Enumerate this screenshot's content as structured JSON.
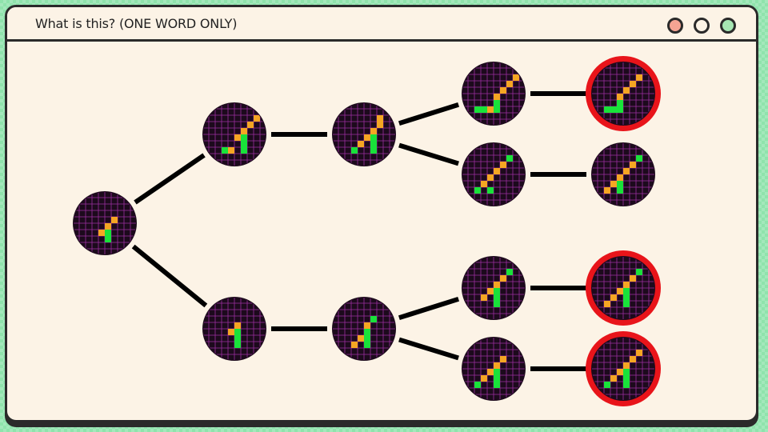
{
  "window": {
    "title": "What is this? (ONE WORD ONLY)",
    "controls": [
      "close-dot",
      "minimize-dot",
      "maximize-dot"
    ]
  },
  "colors": {
    "background": "#8fe3ac",
    "panel": "#fcf3e6",
    "node_fill": "#1c0a1c",
    "node_grid": "#9b2fa0",
    "block_orange": "#f5a623",
    "block_green": "#19e23a",
    "highlight_ring": "#e8141a",
    "edge": "#000000"
  },
  "nodes": [
    {
      "id": "n0",
      "highlight": false,
      "cells": [
        [
          5,
          3,
          "o"
        ],
        [
          4,
          4,
          "o"
        ],
        [
          3,
          5,
          "o"
        ],
        [
          4,
          5,
          "g"
        ],
        [
          4,
          6,
          "g"
        ]
      ]
    },
    {
      "id": "n1",
      "highlight": false,
      "cells": [
        [
          7,
          1,
          "o"
        ],
        [
          6,
          2,
          "o"
        ],
        [
          5,
          3,
          "o"
        ],
        [
          4,
          4,
          "o"
        ],
        [
          5,
          4,
          "g"
        ],
        [
          5,
          5,
          "g"
        ],
        [
          2,
          6,
          "g"
        ],
        [
          3,
          6,
          "o"
        ],
        [
          5,
          6,
          "g"
        ]
      ]
    },
    {
      "id": "n2",
      "highlight": false,
      "cells": [
        [
          6,
          1,
          "o"
        ],
        [
          6,
          2,
          "o"
        ],
        [
          5,
          3,
          "o"
        ],
        [
          4,
          4,
          "o"
        ],
        [
          5,
          4,
          "g"
        ],
        [
          3,
          5,
          "o"
        ],
        [
          5,
          5,
          "g"
        ],
        [
          2,
          6,
          "g"
        ],
        [
          5,
          6,
          "g"
        ]
      ]
    },
    {
      "id": "n3",
      "highlight": false,
      "cells": [
        [
          7,
          1,
          "o"
        ],
        [
          6,
          2,
          "o"
        ],
        [
          5,
          3,
          "o"
        ],
        [
          4,
          4,
          "o"
        ],
        [
          4,
          5,
          "g"
        ],
        [
          1,
          6,
          "g"
        ],
        [
          2,
          6,
          "g"
        ],
        [
          3,
          6,
          "o"
        ],
        [
          4,
          6,
          "g"
        ]
      ]
    },
    {
      "id": "n4",
      "highlight": true,
      "cells": [
        [
          6,
          1,
          "o"
        ],
        [
          5,
          2,
          "o"
        ],
        [
          4,
          3,
          "o"
        ],
        [
          3,
          4,
          "o"
        ],
        [
          3,
          5,
          "g"
        ],
        [
          1,
          6,
          "g"
        ],
        [
          2,
          6,
          "g"
        ],
        [
          3,
          6,
          "g"
        ]
      ]
    },
    {
      "id": "n5",
      "highlight": false,
      "cells": [
        [
          6,
          1,
          "g"
        ],
        [
          5,
          2,
          "o"
        ],
        [
          4,
          3,
          "o"
        ],
        [
          3,
          4,
          "o"
        ],
        [
          2,
          5,
          "o"
        ],
        [
          1,
          6,
          "g"
        ],
        [
          3,
          6,
          "g"
        ]
      ]
    },
    {
      "id": "n6",
      "highlight": false,
      "cells": [
        [
          6,
          1,
          "g"
        ],
        [
          5,
          2,
          "o"
        ],
        [
          4,
          3,
          "o"
        ],
        [
          3,
          4,
          "o"
        ],
        [
          2,
          5,
          "o"
        ],
        [
          3,
          5,
          "g"
        ],
        [
          1,
          6,
          "o"
        ],
        [
          3,
          6,
          "g"
        ]
      ]
    },
    {
      "id": "n7",
      "highlight": false,
      "cells": [
        [
          4,
          3,
          "o"
        ],
        [
          4,
          4,
          "g"
        ],
        [
          3,
          4,
          "o"
        ],
        [
          4,
          5,
          "g"
        ],
        [
          4,
          6,
          "g"
        ]
      ]
    },
    {
      "id": "n8",
      "highlight": false,
      "cells": [
        [
          5,
          2,
          "g"
        ],
        [
          4,
          3,
          "o"
        ],
        [
          4,
          4,
          "g"
        ],
        [
          3,
          5,
          "o"
        ],
        [
          4,
          5,
          "g"
        ],
        [
          2,
          6,
          "o"
        ],
        [
          4,
          6,
          "g"
        ]
      ]
    },
    {
      "id": "n9",
      "highlight": false,
      "cells": [
        [
          6,
          1,
          "g"
        ],
        [
          5,
          2,
          "o"
        ],
        [
          4,
          3,
          "o"
        ],
        [
          3,
          4,
          "o"
        ],
        [
          4,
          4,
          "g"
        ],
        [
          2,
          5,
          "o"
        ],
        [
          4,
          5,
          "g"
        ],
        [
          4,
          6,
          "g"
        ]
      ]
    },
    {
      "id": "n10",
      "highlight": true,
      "cells": [
        [
          6,
          1,
          "g"
        ],
        [
          5,
          2,
          "o"
        ],
        [
          4,
          3,
          "o"
        ],
        [
          3,
          4,
          "o"
        ],
        [
          4,
          4,
          "g"
        ],
        [
          2,
          5,
          "o"
        ],
        [
          4,
          5,
          "g"
        ],
        [
          1,
          6,
          "o"
        ],
        [
          4,
          6,
          "g"
        ]
      ]
    },
    {
      "id": "n11",
      "highlight": false,
      "cells": [
        [
          5,
          2,
          "o"
        ],
        [
          4,
          3,
          "o"
        ],
        [
          3,
          4,
          "o"
        ],
        [
          4,
          4,
          "g"
        ],
        [
          2,
          5,
          "o"
        ],
        [
          4,
          5,
          "g"
        ],
        [
          1,
          6,
          "g"
        ],
        [
          4,
          6,
          "g"
        ]
      ]
    },
    {
      "id": "n12",
      "highlight": true,
      "cells": [
        [
          6,
          1,
          "o"
        ],
        [
          5,
          2,
          "o"
        ],
        [
          4,
          3,
          "o"
        ],
        [
          3,
          4,
          "o"
        ],
        [
          4,
          4,
          "g"
        ],
        [
          2,
          5,
          "o"
        ],
        [
          4,
          5,
          "g"
        ],
        [
          1,
          6,
          "g"
        ],
        [
          4,
          6,
          "g"
        ]
      ]
    }
  ],
  "edges": [
    [
      "n0",
      "n1"
    ],
    [
      "n0",
      "n7"
    ],
    [
      "n1",
      "n2"
    ],
    [
      "n2",
      "n3"
    ],
    [
      "n2",
      "n5"
    ],
    [
      "n3",
      "n4"
    ],
    [
      "n5",
      "n6"
    ],
    [
      "n7",
      "n8"
    ],
    [
      "n8",
      "n9"
    ],
    [
      "n8",
      "n11"
    ],
    [
      "n9",
      "n10"
    ],
    [
      "n11",
      "n12"
    ]
  ]
}
